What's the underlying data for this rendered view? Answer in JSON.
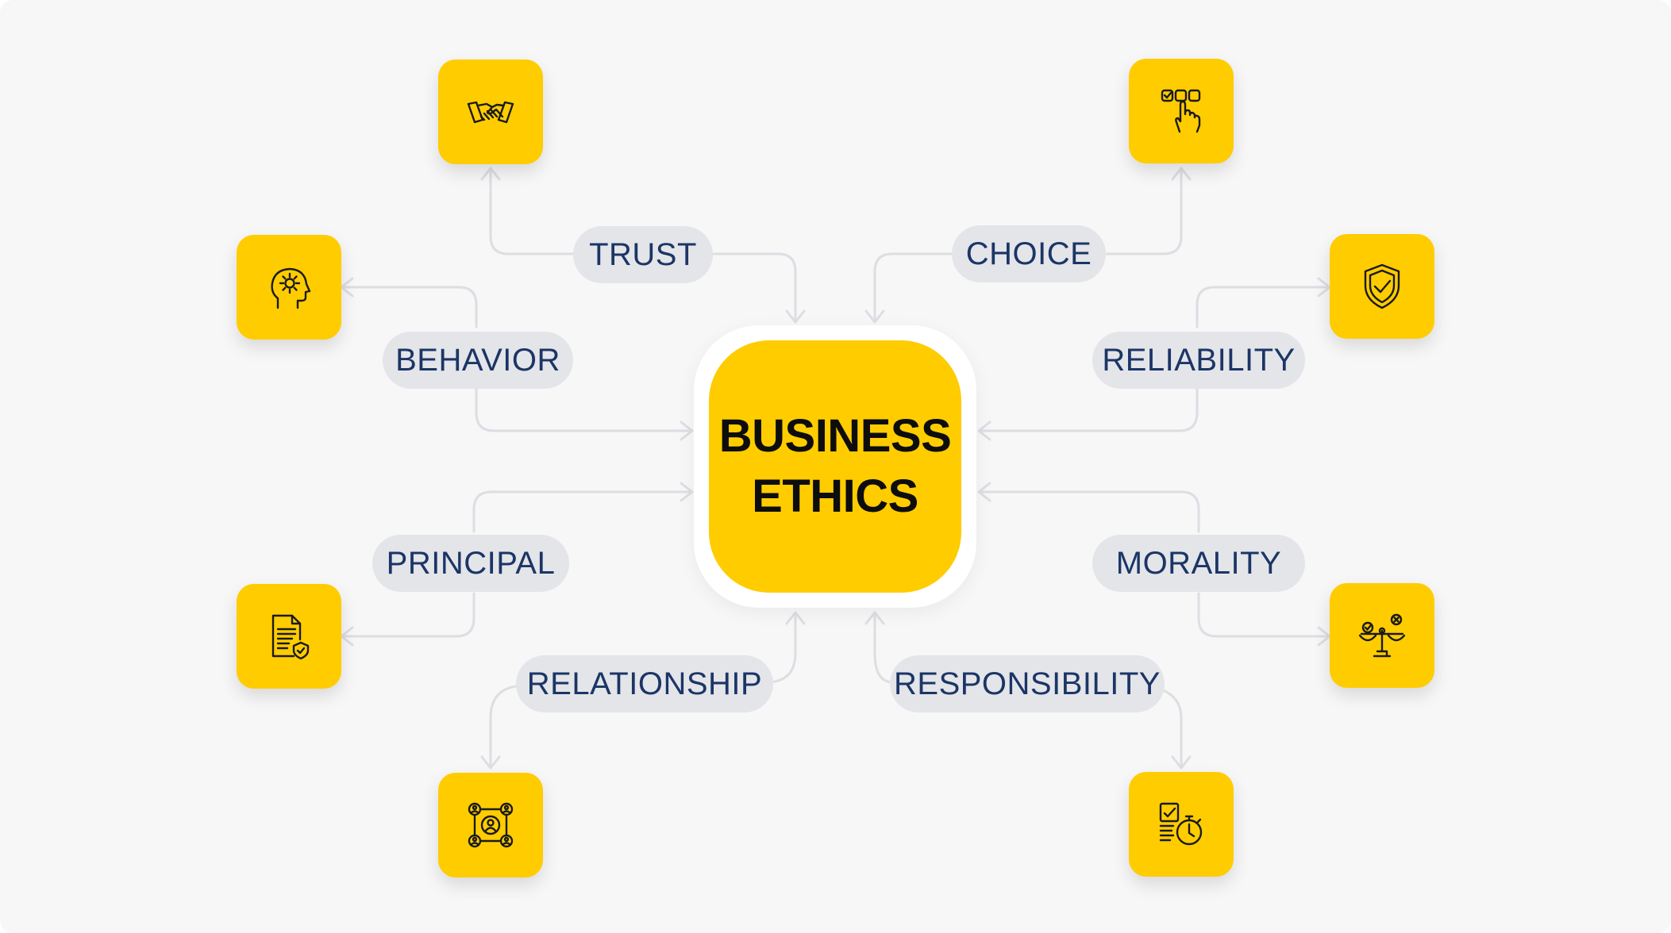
{
  "center": {
    "line1": "BUSINESS",
    "line2": "ETHICS"
  },
  "nodes": {
    "trust": {
      "label": "TRUST",
      "icon": "handshake-icon"
    },
    "choice": {
      "label": "CHOICE",
      "icon": "hand-pointer-checkbox-icon"
    },
    "behavior": {
      "label": "BEHAVIOR",
      "icon": "head-gear-icon"
    },
    "reliability": {
      "label": "RELIABILITY",
      "icon": "shield-check-icon"
    },
    "principal": {
      "label": "PRINCIPAL",
      "icon": "document-shield-icon"
    },
    "morality": {
      "label": "MORALITY",
      "icon": "balance-scale-icon"
    },
    "relationship": {
      "label": "RELATIONSHIP",
      "icon": "people-network-icon"
    },
    "responsibility": {
      "label": "RESPONSIBILITY",
      "icon": "checklist-stopwatch-icon"
    }
  },
  "colors": {
    "accent": "#ffcc00",
    "pill_bg": "#e4e5e9",
    "label_text": "#1b3566",
    "connector": "#dcdee3",
    "background": "#f7f7f7"
  }
}
